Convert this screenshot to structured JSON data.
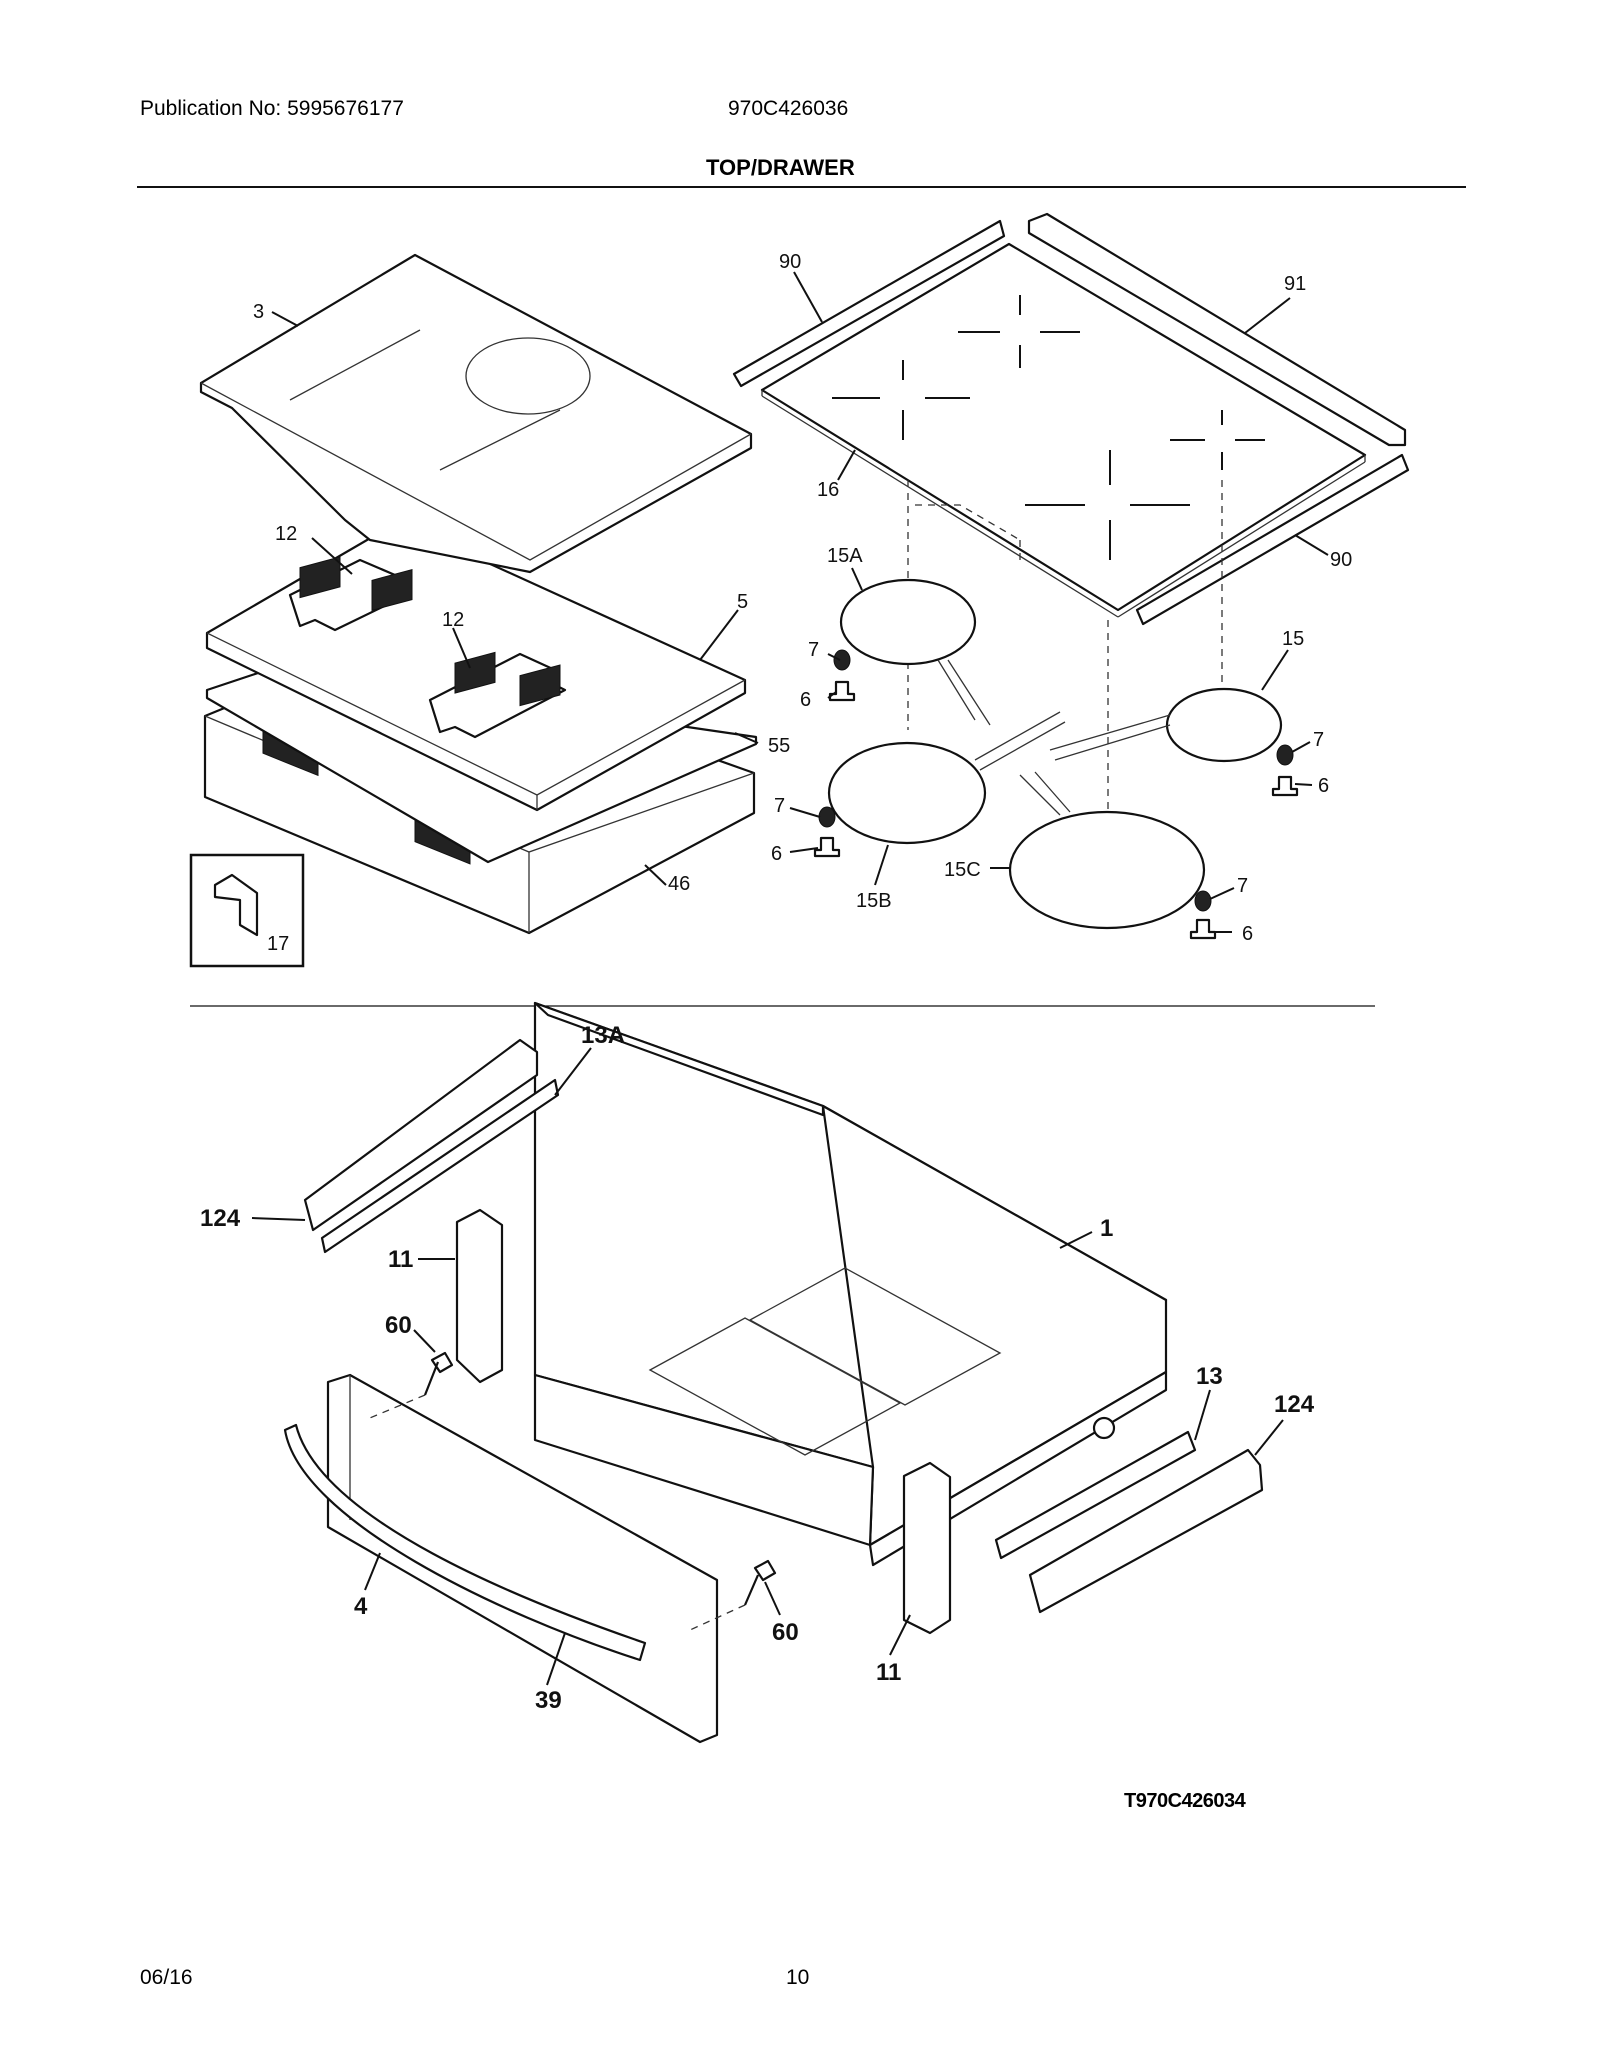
{
  "header": {
    "publication": "Publication No: 5995676177",
    "model": "970C426036",
    "section_title": "TOP/DRAWER"
  },
  "footer": {
    "date": "06/16",
    "page_number": "10",
    "diagram_ref": "T970C426034"
  },
  "callouts": {
    "c3": "3",
    "c12a": "12",
    "c12b": "12",
    "c5": "5",
    "c55": "55",
    "c46": "46",
    "c17": "17",
    "c90a": "90",
    "c91": "91",
    "c16": "16",
    "c90b": "90",
    "c15A": "15A",
    "c15": "15",
    "c15B": "15B",
    "c15C": "15C",
    "c7a": "7",
    "c6a": "6",
    "c7b": "7",
    "c6b": "6",
    "c7c": "7",
    "c6c": "6",
    "c7d": "7",
    "c6d": "6",
    "c13A": "13A",
    "c124a": "124",
    "c11a": "11",
    "c60a": "60",
    "c1": "1",
    "c13": "13",
    "c124b": "124",
    "c4": "4",
    "c39": "39",
    "c60b": "60",
    "c11b": "11"
  },
  "icons": [
    "bracket-icon"
  ]
}
